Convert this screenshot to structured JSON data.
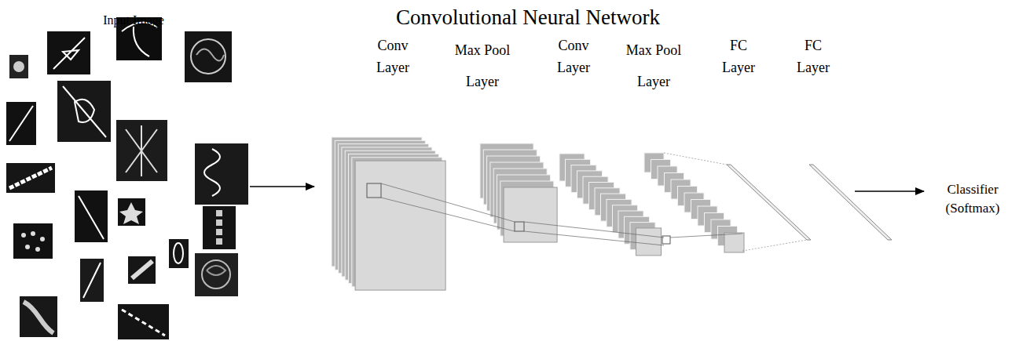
{
  "diagram": {
    "title": "Convolutional Neural Network",
    "labels": [
      "Input Image",
      "Conv Layer",
      "Max Pool Layer",
      "Conv Layer",
      "Max Pool Layer",
      "FC Layer",
      "FC Layer",
      "Classifier (Softmax)"
    ]
  }
}
